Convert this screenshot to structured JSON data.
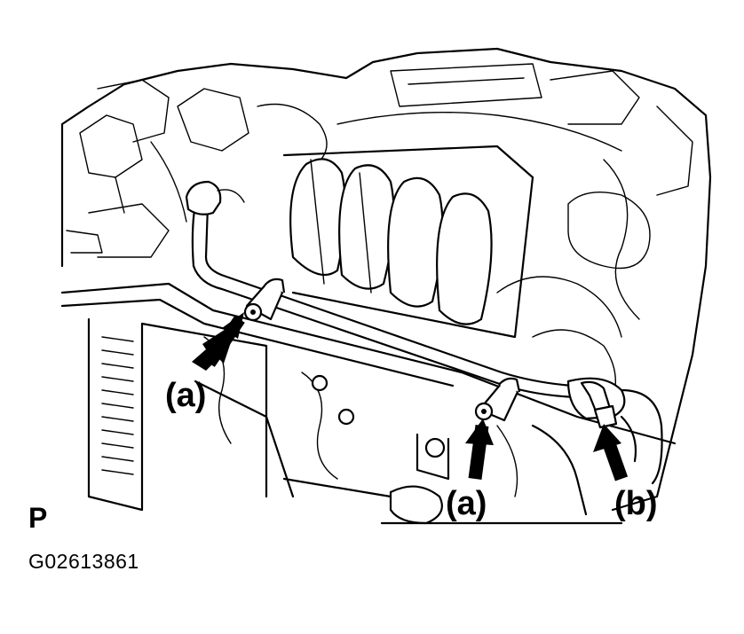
{
  "callouts": {
    "bolt_left": "(a)",
    "bolt_right": "(a)",
    "clamp": "(b)"
  },
  "corner_letter": "P",
  "figure_code": "G02613861"
}
